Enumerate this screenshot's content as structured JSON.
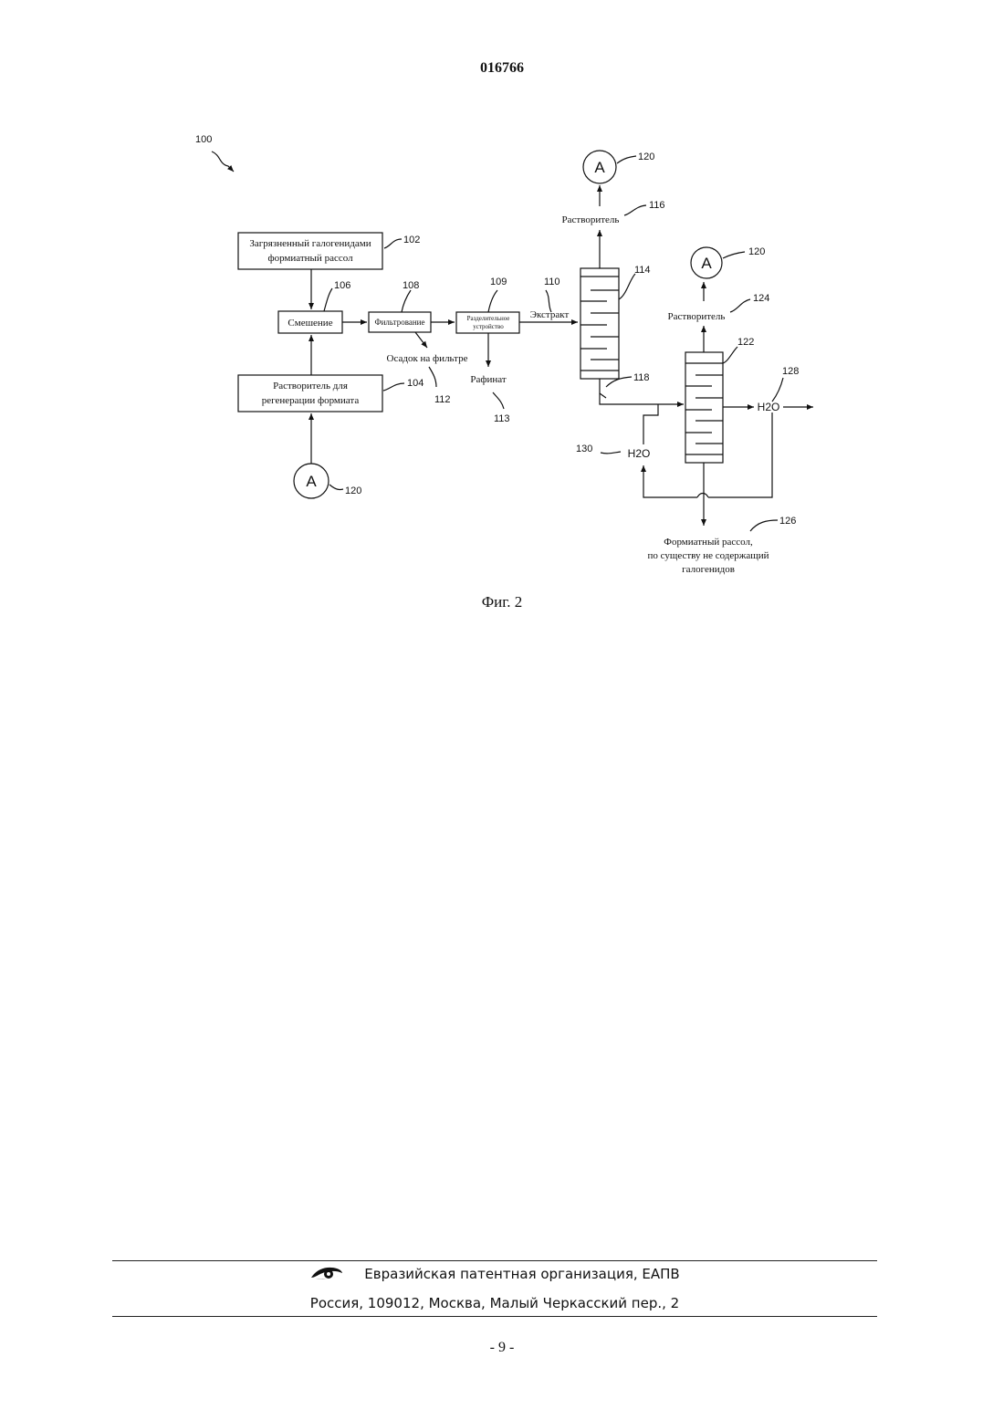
{
  "header": {
    "doc_number": "016766"
  },
  "figure": {
    "ref_overall": "100",
    "connector_letter": "A",
    "ref_connector": "120",
    "box_brine": {
      "line1": "Загрязненный галогенидами",
      "line2": "формиатный рассол",
      "ref": "102"
    },
    "box_solvent": {
      "line1": "Растворитель для",
      "line2": "регенерации формиата",
      "ref": "104"
    },
    "box_mixing": {
      "label": "Смешение",
      "ref": "106"
    },
    "box_filtration": {
      "label": "Фильтрование",
      "ref": "108"
    },
    "box_separator": {
      "line1": "Разделительное",
      "line2": "устройство",
      "ref": "109"
    },
    "filter_cake": {
      "label": "Осадок на фильтре",
      "ref": "112"
    },
    "raffinate": {
      "label": "Рафинат",
      "ref": "113"
    },
    "extract": {
      "label": "Экстракт",
      "ref": "110"
    },
    "column_1": {
      "ref": "114",
      "bottoms_ref": "118"
    },
    "solvent_top_1": {
      "label": "Растворитель",
      "ref": "116"
    },
    "column_2": {
      "ref": "122"
    },
    "solvent_top_2": {
      "label": "Растворитель",
      "ref": "124"
    },
    "water_out": {
      "label": "H2O",
      "ref": "128"
    },
    "water_in": {
      "label": "H2O",
      "ref": "130"
    },
    "product": {
      "line1": "Формиатный рассол,",
      "line2": "по существу не содержащий",
      "line3": "галогенидов",
      "ref": "126"
    },
    "caption": "Фиг. 2"
  },
  "footer": {
    "org": "Евразийская патентная организация, ЕАПВ",
    "address": "Россия, 109012, Москва, Малый Черкасский пер., 2",
    "page_number": "- 9 -"
  }
}
